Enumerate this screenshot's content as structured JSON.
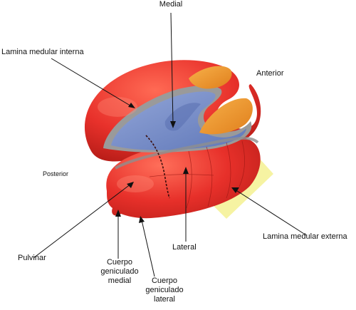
{
  "labels": {
    "medial": "Medial",
    "lamina_interna": "Lamina medular interna",
    "anterior": "Anterior",
    "posterior": "Posterior",
    "lamina_externa": "Lamina medular externa",
    "pulvinar": "Pulvinar",
    "lateral": "Lateral",
    "cuerpo_medial": [
      "Cuerpo",
      "geniculado",
      "medial"
    ],
    "cuerpo_lateral": [
      "Cuerpo",
      "geniculado",
      "lateral"
    ]
  },
  "colors": {
    "thalamus_red": "#e8312b",
    "thalamus_dark_red": "#c4221d",
    "thalamus_highlight": "#ff7a63",
    "medial_blue": "#6f86c4",
    "medial_blue_light": "#9fb0dc",
    "lamina_gray": "#9a9a9a",
    "anterior_orange": "#f19a2c",
    "yellow_region": "#f6f3a2",
    "leader_line": "#111111"
  }
}
